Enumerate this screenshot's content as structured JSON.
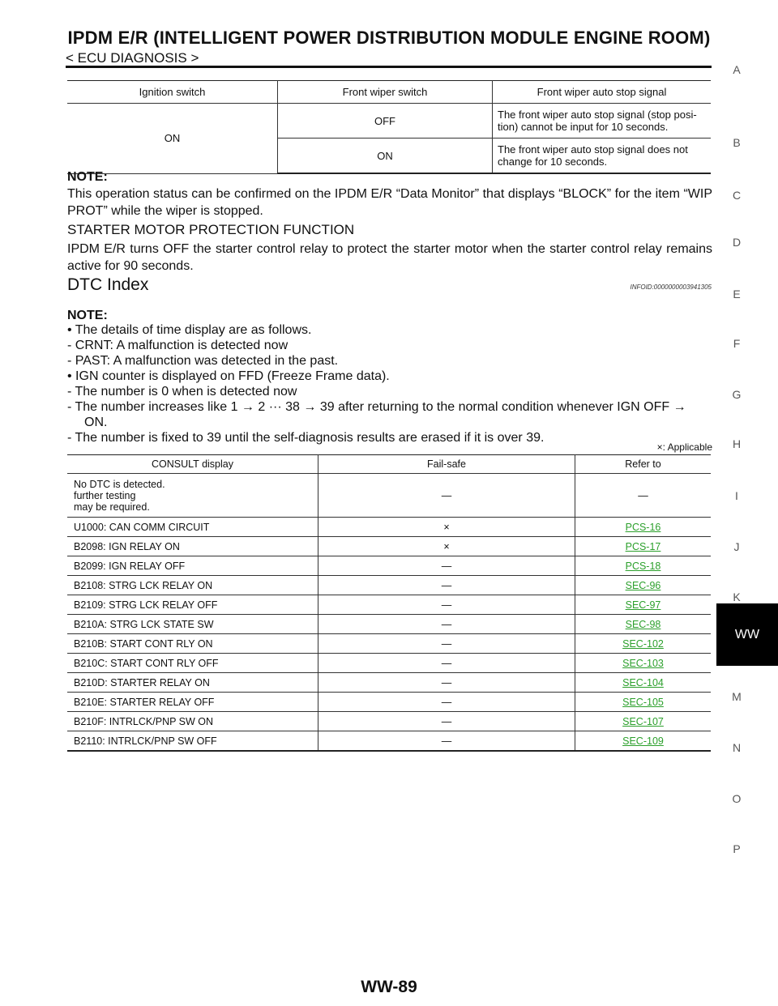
{
  "header": {
    "title": "IPDM E/R (INTELLIGENT POWER DISTRIBUTION MODULE ENGINE ROOM)",
    "subtitle": "< ECU DIAGNOSIS >"
  },
  "side_index": {
    "letters": [
      "A",
      "B",
      "C",
      "D",
      "E",
      "F",
      "G",
      "H",
      "I",
      "J",
      "K",
      "M",
      "N",
      "O",
      "P"
    ],
    "active_tab": "WW"
  },
  "wiper_table": {
    "headers": [
      "Ignition switch",
      "Front wiper switch",
      "Front wiper auto stop signal"
    ],
    "ignition": "ON",
    "rows": [
      {
        "switch": "OFF",
        "signal_l1": "The front wiper auto stop signal (stop posi-",
        "signal_l2": "tion) cannot be input for 10 seconds."
      },
      {
        "switch": "ON",
        "signal_l1": "The front wiper auto stop signal does not",
        "signal_l2": "change for 10 seconds."
      }
    ]
  },
  "note1": {
    "head": "NOTE:",
    "text": "This operation status can be confirmed on the IPDM E/R “Data Monitor” that displays “BLOCK” for the item “WIP PROT” while the wiper is stopped."
  },
  "starter": {
    "head": "STARTER MOTOR PROTECTION FUNCTION",
    "text": "IPDM E/R turns OFF the starter control relay to protect the starter motor when the starter control relay remains active for 90 seconds."
  },
  "dtc": {
    "head": "DTC Index",
    "infoid": "INFOID:0000000003941305",
    "note_head": "NOTE:",
    "note_lines": [
      "• The details of time display are as follows.",
      "- CRNT: A malfunction is detected now",
      "- PAST: A malfunction was detected in the past.",
      "• IGN counter is displayed on FFD (Freeze Frame data).",
      "- The number is 0 when is detected now",
      "- The number increases like 1 → 2 ··· 38 → 39 after returning to the normal condition whenever IGN OFF →",
      "ON.",
      "- The number is fixed to 39 until the self-diagnosis results are erased if it is over 39."
    ],
    "applicable_note": "×: Applicable",
    "table_headers": [
      "CONSULT display",
      "Fail-safe",
      "Refer to"
    ],
    "first_row": {
      "l1": "No DTC is detected.",
      "l2": "further testing",
      "l3": "may be required.",
      "failsafe": "—",
      "refer": "—"
    },
    "rows": [
      {
        "display": "U1000: CAN COMM CIRCUIT",
        "failsafe": "×",
        "refer": "PCS-16"
      },
      {
        "display": "B2098: IGN RELAY ON",
        "failsafe": "×",
        "refer": "PCS-17"
      },
      {
        "display": "B2099: IGN RELAY OFF",
        "failsafe": "—",
        "refer": "PCS-18"
      },
      {
        "display": "B2108: STRG LCK RELAY ON",
        "failsafe": "—",
        "refer": "SEC-96"
      },
      {
        "display": "B2109: STRG LCK RELAY OFF",
        "failsafe": "—",
        "refer": "SEC-97"
      },
      {
        "display": "B210A: STRG LCK STATE SW",
        "failsafe": "—",
        "refer": "SEC-98"
      },
      {
        "display": "B210B: START CONT RLY ON",
        "failsafe": "—",
        "refer": "SEC-102"
      },
      {
        "display": "B210C: START CONT RLY OFF",
        "failsafe": "—",
        "refer": "SEC-103"
      },
      {
        "display": "B210D: STARTER RELAY ON",
        "failsafe": "—",
        "refer": "SEC-104"
      },
      {
        "display": "B210E: STARTER RELAY OFF",
        "failsafe": "—",
        "refer": "SEC-105"
      },
      {
        "display": "B210F: INTRLCK/PNP SW ON",
        "failsafe": "—",
        "refer": "SEC-107"
      },
      {
        "display": "B2110: INTRLCK/PNP SW OFF",
        "failsafe": "—",
        "refer": "SEC-109"
      }
    ]
  },
  "footer": {
    "page_number": "WW-89"
  },
  "colors": {
    "link": "#2ca02c",
    "tab_bg": "#000000"
  }
}
